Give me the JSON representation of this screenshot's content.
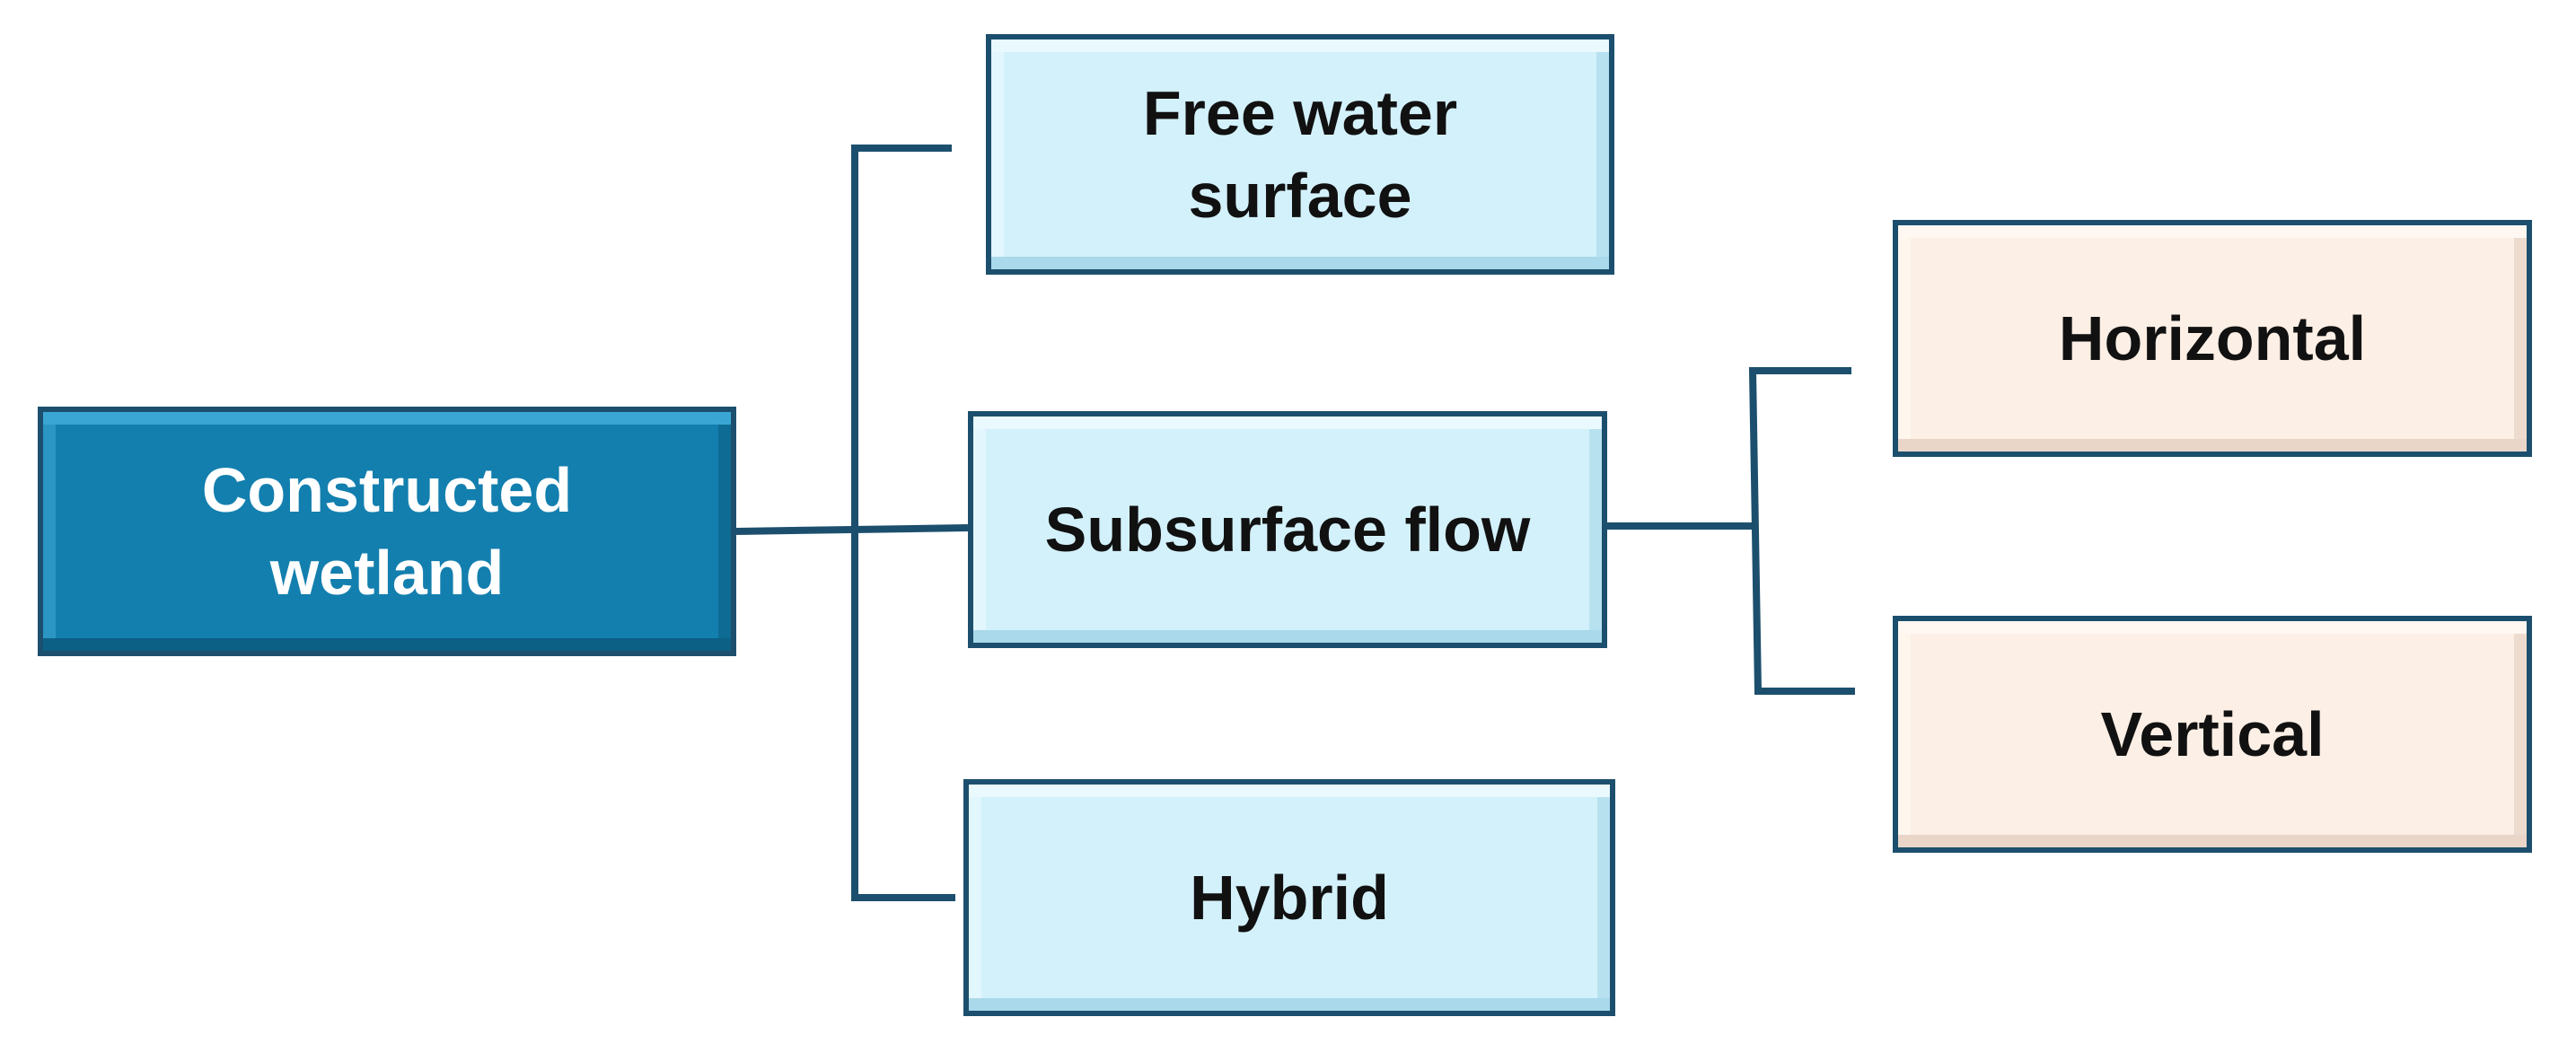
{
  "diagram": {
    "nodes": {
      "root": {
        "label": "Constructed\nwetland"
      },
      "free_water": {
        "label": "Free water\nsurface"
      },
      "subsurface": {
        "label": "Subsurface flow"
      },
      "hybrid": {
        "label": "Hybrid"
      },
      "horizontal": {
        "label": "Horizontal"
      },
      "vertical": {
        "label": "Vertical"
      }
    },
    "edges": [
      {
        "from": "root",
        "to": "free_water"
      },
      {
        "from": "root",
        "to": "subsurface"
      },
      {
        "from": "root",
        "to": "hybrid"
      },
      {
        "from": "subsurface",
        "to": "horizontal"
      },
      {
        "from": "subsurface",
        "to": "vertical"
      }
    ],
    "colors": {
      "root_fill": "#137fae",
      "child_fill": "#d3f1fb",
      "leaf_fill": "#fcefe5",
      "border": "#1c4f6d",
      "connector": "#1c4f6d"
    }
  }
}
